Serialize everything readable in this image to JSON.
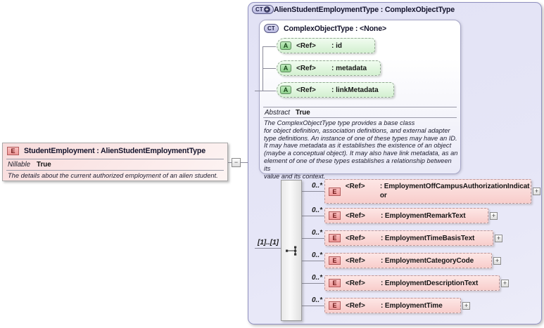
{
  "element_box": {
    "icon_text": "E",
    "title": "StudentEmployment : AlienStudentEmploymentType",
    "property": {
      "name": "Nillable",
      "value": "True"
    },
    "annotation": "The details about the current authorized employment of an alien student."
  },
  "type_box": {
    "icon_text": "CT",
    "icon_plus": "+",
    "title": "AlienStudentEmploymentType : ComplexObjectType",
    "base_box": {
      "icon_text": "CT",
      "title": "ComplexObjectType : <None>",
      "attributes": [
        {
          "icon_text": "A",
          "ref": "<Ref>",
          "name": ": id"
        },
        {
          "icon_text": "A",
          "ref": "<Ref>",
          "name": ": metadata"
        },
        {
          "icon_text": "A",
          "ref": "<Ref>",
          "name": ": linkMetadata"
        }
      ],
      "property": {
        "name": "Abstract",
        "value": "True"
      },
      "annotation": "The ComplexObjectType type provides a base class\nfor object definition, association definitions, and external adapter\ntype definitions. An instance of one of these types may have an ID.\nIt may have metadata as it establishes the existence of an object\n(maybe a conceptual object). It may also have link metadata, as an\nelement of one of these types establishes a relationship between its\nvalue and its context."
    },
    "sequence": {
      "cardinality": "[1]..[1]",
      "elements": [
        {
          "icon_text": "E",
          "ref": "<Ref>",
          "name": ": EmploymentOffCampusAuthorizationIndicator",
          "occurs": "0..*"
        },
        {
          "icon_text": "E",
          "ref": "<Ref>",
          "name": ": EmploymentRemarkText",
          "occurs": "0..*"
        },
        {
          "icon_text": "E",
          "ref": "<Ref>",
          "name": ": EmploymentTimeBasisText",
          "occurs": "0..*"
        },
        {
          "icon_text": "E",
          "ref": "<Ref>",
          "name": ": EmploymentCategoryCode",
          "occurs": "0..*"
        },
        {
          "icon_text": "E",
          "ref": "<Ref>",
          "name": ": EmploymentDescriptionText",
          "occurs": "0..*"
        },
        {
          "icon_text": "E",
          "ref": "<Ref>",
          "name": ": EmploymentTime",
          "occurs": "0..*"
        }
      ]
    }
  },
  "toggles": {
    "collapse_glyph": "−",
    "expand_glyph": "+"
  },
  "colors": {
    "element_fill": "#fbe3e3",
    "element_border": "#bd9a9a",
    "attribute_fill": "#ddf3db",
    "attribute_border": "#93a893",
    "type_fill": "#e4e4f6",
    "type_border": "#9090c0",
    "line": "#8a8a99"
  }
}
